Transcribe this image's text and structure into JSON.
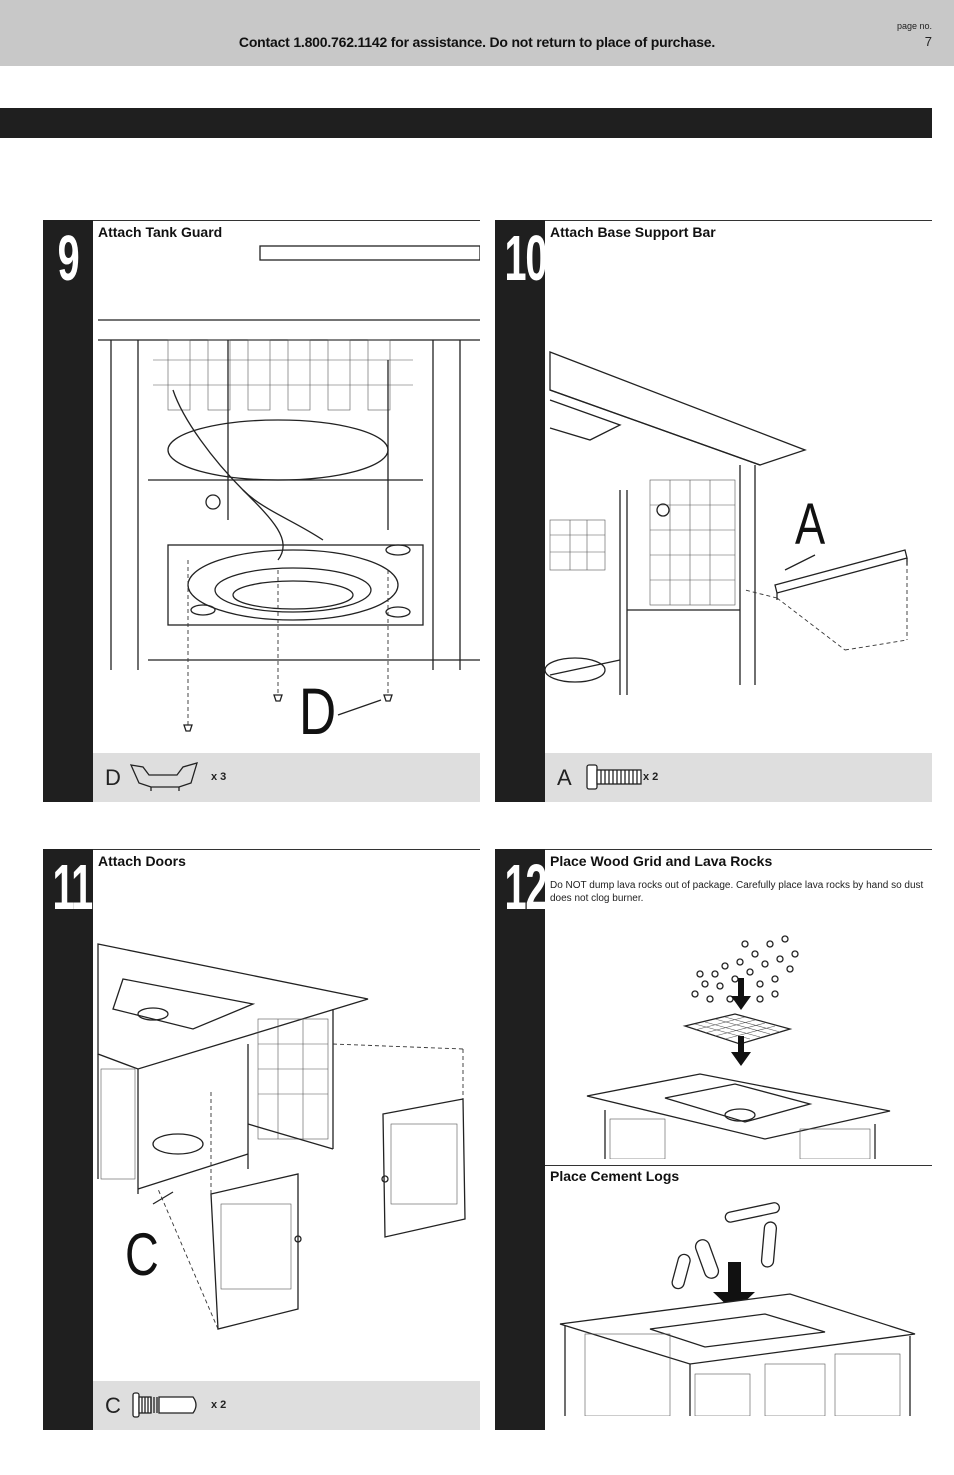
{
  "header": {
    "contact": "Contact 1.800.762.1142 for assistance. Do not return to place of purchase.",
    "page_label": "page no.",
    "page_number": "7"
  },
  "steps": [
    {
      "number": "9",
      "title": "Attach Tank Guard",
      "callout": "D",
      "part": {
        "letter": "D",
        "qty": "x 3",
        "icon": "wing-nut-icon"
      }
    },
    {
      "number": "10",
      "title": "Attach Base Support Bar",
      "callout": "A",
      "part": {
        "letter": "A",
        "qty": "x 2",
        "icon": "bolt-icon"
      }
    },
    {
      "number": "11",
      "title": "Attach Doors",
      "callout": "C",
      "part": {
        "letter": "C",
        "qty": "x 2",
        "icon": "hinge-pin-icon"
      }
    },
    {
      "number": "12",
      "title": "Place Wood Grid and Lava Rocks",
      "description": "Do NOT dump lava rocks out of package. Carefully place lava rocks by hand so dust does not clog burner.",
      "subtitle": "Place Cement Logs"
    }
  ]
}
